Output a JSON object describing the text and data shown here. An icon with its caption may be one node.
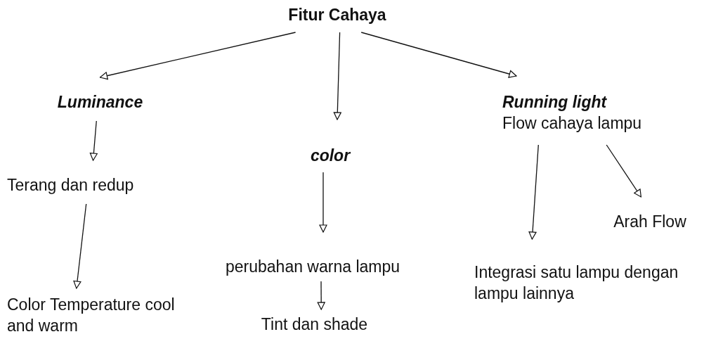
{
  "diagram": {
    "nodes": [
      {
        "text": [
          "Fitur Cahaya"
        ]
      },
      {
        "text": [
          "Luminance"
        ]
      },
      {
        "text": [
          "color"
        ]
      },
      {
        "text": [
          "Running light",
          "Flow cahaya lampu"
        ]
      },
      {
        "text": [
          "Terang dan redup"
        ]
      },
      {
        "text": [
          "Color Temperature cool and warm"
        ]
      },
      {
        "text": [
          "perubahan warna lampu"
        ]
      },
      {
        "text": [
          "Tint dan shade"
        ]
      },
      {
        "text": [
          "Arah Flow"
        ]
      },
      {
        "text": [
          "Integrasi satu lampu dengan lampu lainnya"
        ]
      }
    ],
    "edges": [
      {
        "from": 0,
        "to": 1,
        "arrow": "to"
      },
      {
        "from": 0,
        "to": 2,
        "arrow": "to"
      },
      {
        "from": 0,
        "to": 3,
        "arrow": "to"
      },
      {
        "from": 1,
        "to": 4,
        "arrow": "to"
      },
      {
        "from": 4,
        "to": 5,
        "arrow": "to"
      },
      {
        "from": 2,
        "to": 6,
        "arrow": "to"
      },
      {
        "from": 6,
        "to": 7,
        "arrow": "to"
      },
      {
        "from": 3,
        "to": 9,
        "arrow": "to"
      },
      {
        "from": 3,
        "to": 8,
        "arrow": "to"
      }
    ]
  }
}
